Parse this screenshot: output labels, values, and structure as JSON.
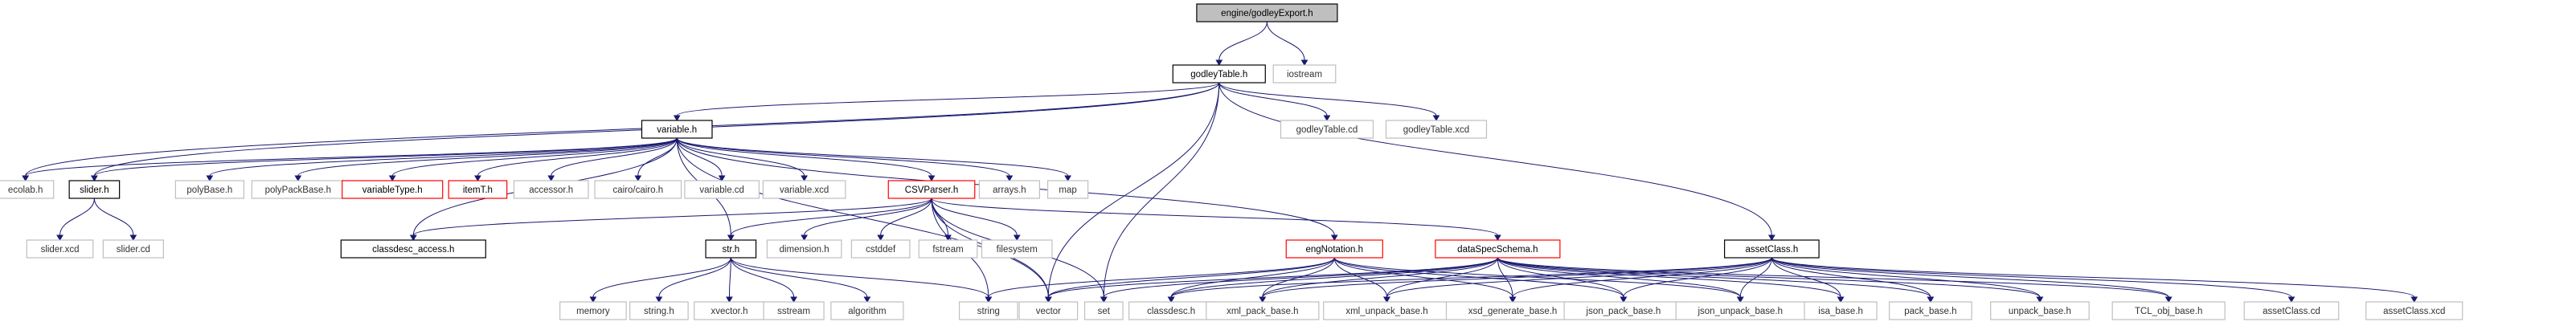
{
  "diagram": {
    "type": "include-dependency-graph",
    "colors": {
      "edge": "#191970",
      "root_fill": "#bfbfbf",
      "root_border": "#000000",
      "documented_border": "#000000",
      "undocumented_border": "#bfbfbf",
      "truncated_border": "#ff0000",
      "text": "#000000",
      "external_text": "#333333"
    },
    "nodes": [
      {
        "id": "root",
        "label": "engine/godleyExport.h",
        "kind": "root"
      },
      {
        "id": "godleyTable",
        "label": "godleyTable.h",
        "kind": "documented"
      },
      {
        "id": "iostream",
        "label": "iostream",
        "kind": "external"
      },
      {
        "id": "variable",
        "label": "variable.h",
        "kind": "documented"
      },
      {
        "id": "godleyTableCd",
        "label": "godleyTable.cd",
        "kind": "external"
      },
      {
        "id": "godleyTableXcd",
        "label": "godleyTable.xcd",
        "kind": "external"
      },
      {
        "id": "ecolab",
        "label": "ecolab.h",
        "kind": "external"
      },
      {
        "id": "slider",
        "label": "slider.h",
        "kind": "documented"
      },
      {
        "id": "polyBase",
        "label": "polyBase.h",
        "kind": "external"
      },
      {
        "id": "polyPackBase",
        "label": "polyPackBase.h",
        "kind": "external"
      },
      {
        "id": "variableType",
        "label": "variableType.h",
        "kind": "truncated"
      },
      {
        "id": "itemT",
        "label": "itemT.h",
        "kind": "truncated"
      },
      {
        "id": "accessor",
        "label": "accessor.h",
        "kind": "external"
      },
      {
        "id": "cairo",
        "label": "cairo/cairo.h",
        "kind": "external"
      },
      {
        "id": "variableCd",
        "label": "variable.cd",
        "kind": "external"
      },
      {
        "id": "variableXcd",
        "label": "variable.xcd",
        "kind": "external"
      },
      {
        "id": "CSVParser",
        "label": "CSVParser.h",
        "kind": "truncated"
      },
      {
        "id": "arrays",
        "label": "arrays.h",
        "kind": "external"
      },
      {
        "id": "map",
        "label": "map",
        "kind": "external"
      },
      {
        "id": "sliderXcd",
        "label": "slider.xcd",
        "kind": "external"
      },
      {
        "id": "sliderCd",
        "label": "slider.cd",
        "kind": "external"
      },
      {
        "id": "classdescAccess",
        "label": "classdesc_access.h",
        "kind": "documented"
      },
      {
        "id": "str",
        "label": "str.h",
        "kind": "documented"
      },
      {
        "id": "dimension",
        "label": "dimension.h",
        "kind": "external"
      },
      {
        "id": "cstddef",
        "label": "cstddef",
        "kind": "external"
      },
      {
        "id": "fstream",
        "label": "fstream",
        "kind": "external"
      },
      {
        "id": "filesystem",
        "label": "filesystem",
        "kind": "external"
      },
      {
        "id": "engNotation",
        "label": "engNotation.h",
        "kind": "truncated"
      },
      {
        "id": "dataSpecSchema",
        "label": "dataSpecSchema.h",
        "kind": "truncated"
      },
      {
        "id": "assetClass",
        "label": "assetClass.h",
        "kind": "documented"
      },
      {
        "id": "memory",
        "label": "memory",
        "kind": "external"
      },
      {
        "id": "stringH",
        "label": "string.h",
        "kind": "external"
      },
      {
        "id": "xvector",
        "label": "xvector.h",
        "kind": "external"
      },
      {
        "id": "sstream",
        "label": "sstream",
        "kind": "external"
      },
      {
        "id": "algorithm",
        "label": "algorithm",
        "kind": "external"
      },
      {
        "id": "string",
        "label": "string",
        "kind": "external"
      },
      {
        "id": "vector",
        "label": "vector",
        "kind": "external"
      },
      {
        "id": "set",
        "label": "set",
        "kind": "external"
      },
      {
        "id": "classdesc",
        "label": "classdesc.h",
        "kind": "external"
      },
      {
        "id": "xmlPackBase",
        "label": "xml_pack_base.h",
        "kind": "external"
      },
      {
        "id": "xmlUnpackBase",
        "label": "xml_unpack_base.h",
        "kind": "external"
      },
      {
        "id": "xsdGenerateBase",
        "label": "xsd_generate_base.h",
        "kind": "external"
      },
      {
        "id": "jsonPackBase",
        "label": "json_pack_base.h",
        "kind": "external"
      },
      {
        "id": "jsonUnpackBase",
        "label": "json_unpack_base.h",
        "kind": "external"
      },
      {
        "id": "isaBase",
        "label": "isa_base.h",
        "kind": "external"
      },
      {
        "id": "packBase",
        "label": "pack_base.h",
        "kind": "external"
      },
      {
        "id": "unpackBase",
        "label": "unpack_base.h",
        "kind": "external"
      },
      {
        "id": "TCLobjBase",
        "label": "TCL_obj_base.h",
        "kind": "external"
      },
      {
        "id": "assetClassCd",
        "label": "assetClass.cd",
        "kind": "external"
      },
      {
        "id": "assetClassXcd",
        "label": "assetClass.xcd",
        "kind": "external"
      }
    ],
    "edges": [
      [
        "root",
        "godleyTable"
      ],
      [
        "root",
        "iostream"
      ],
      [
        "godleyTable",
        "variable"
      ],
      [
        "godleyTable",
        "godleyTableCd"
      ],
      [
        "godleyTable",
        "godleyTableXcd"
      ],
      [
        "godleyTable",
        "ecolab"
      ],
      [
        "godleyTable",
        "slider"
      ],
      [
        "godleyTable",
        "vector"
      ],
      [
        "godleyTable",
        "set"
      ],
      [
        "godleyTable",
        "assetClass"
      ],
      [
        "variable",
        "ecolab"
      ],
      [
        "variable",
        "slider"
      ],
      [
        "variable",
        "polyBase"
      ],
      [
        "variable",
        "polyPackBase"
      ],
      [
        "variable",
        "variableType"
      ],
      [
        "variable",
        "itemT"
      ],
      [
        "variable",
        "accessor"
      ],
      [
        "variable",
        "cairo"
      ],
      [
        "variable",
        "variableCd"
      ],
      [
        "variable",
        "variableXcd"
      ],
      [
        "variable",
        "CSVParser"
      ],
      [
        "variable",
        "arrays"
      ],
      [
        "variable",
        "map"
      ],
      [
        "variable",
        "classdescAccess"
      ],
      [
        "variable",
        "str"
      ],
      [
        "variable",
        "engNotation"
      ],
      [
        "variable",
        "vector"
      ],
      [
        "slider",
        "sliderXcd"
      ],
      [
        "slider",
        "sliderCd"
      ],
      [
        "CSVParser",
        "classdescAccess"
      ],
      [
        "CSVParser",
        "str"
      ],
      [
        "CSVParser",
        "dimension"
      ],
      [
        "CSVParser",
        "cstddef"
      ],
      [
        "CSVParser",
        "fstream"
      ],
      [
        "CSVParser",
        "filesystem"
      ],
      [
        "CSVParser",
        "dataSpecSchema"
      ],
      [
        "CSVParser",
        "vector"
      ],
      [
        "CSVParser",
        "set"
      ],
      [
        "CSVParser",
        "string"
      ],
      [
        "str",
        "memory"
      ],
      [
        "str",
        "stringH"
      ],
      [
        "str",
        "xvector"
      ],
      [
        "str",
        "sstream"
      ],
      [
        "str",
        "algorithm"
      ],
      [
        "str",
        "string"
      ],
      [
        "engNotation",
        "string"
      ],
      [
        "engNotation",
        "vector"
      ],
      [
        "engNotation",
        "classdesc"
      ],
      [
        "engNotation",
        "xmlPackBase"
      ],
      [
        "engNotation",
        "xmlUnpackBase"
      ],
      [
        "engNotation",
        "xsdGenerateBase"
      ],
      [
        "engNotation",
        "jsonPackBase"
      ],
      [
        "engNotation",
        "jsonUnpackBase"
      ],
      [
        "dataSpecSchema",
        "vector"
      ],
      [
        "dataSpecSchema",
        "set"
      ],
      [
        "dataSpecSchema",
        "classdesc"
      ],
      [
        "dataSpecSchema",
        "xmlPackBase"
      ],
      [
        "dataSpecSchema",
        "xmlUnpackBase"
      ],
      [
        "dataSpecSchema",
        "xsdGenerateBase"
      ],
      [
        "dataSpecSchema",
        "jsonPackBase"
      ],
      [
        "dataSpecSchema",
        "jsonUnpackBase"
      ],
      [
        "dataSpecSchema",
        "isaBase"
      ],
      [
        "dataSpecSchema",
        "packBase"
      ],
      [
        "dataSpecSchema",
        "unpackBase"
      ],
      [
        "dataSpecSchema",
        "TCLobjBase"
      ],
      [
        "assetClass",
        "classdesc"
      ],
      [
        "assetClass",
        "xmlPackBase"
      ],
      [
        "assetClass",
        "xmlUnpackBase"
      ],
      [
        "assetClass",
        "xsdGenerateBase"
      ],
      [
        "assetClass",
        "jsonPackBase"
      ],
      [
        "assetClass",
        "jsonUnpackBase"
      ],
      [
        "assetClass",
        "isaBase"
      ],
      [
        "assetClass",
        "packBase"
      ],
      [
        "assetClass",
        "unpackBase"
      ],
      [
        "assetClass",
        "TCLobjBase"
      ],
      [
        "assetClass",
        "assetClassCd"
      ],
      [
        "assetClass",
        "assetClassXcd"
      ]
    ]
  }
}
